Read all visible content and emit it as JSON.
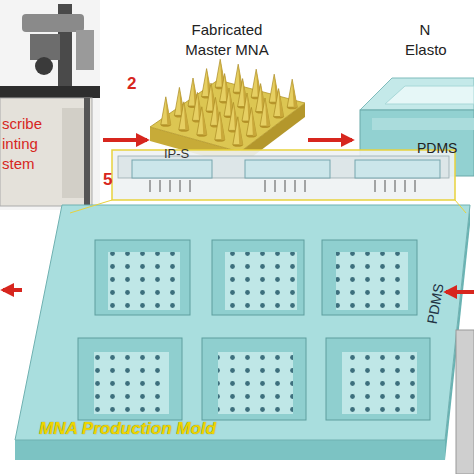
{
  "diagram": {
    "nodes": [
      {
        "text": [
          "scribe inting stem"
        ]
      },
      {
        "text": [
          "Fabricated Master MNA",
          "IP-S"
        ]
      },
      {
        "text": [
          "N Elasto",
          "PDMS"
        ]
      },
      {
        "text": [
          "PDMS",
          "MNA Production Mold"
        ]
      }
    ],
    "edges": [
      {
        "from": 0,
        "to": 1,
        "arrow": "to"
      },
      {
        "from": 1,
        "to": 2,
        "arrow": "to"
      }
    ],
    "labels": [
      "2",
      "5"
    ]
  }
}
